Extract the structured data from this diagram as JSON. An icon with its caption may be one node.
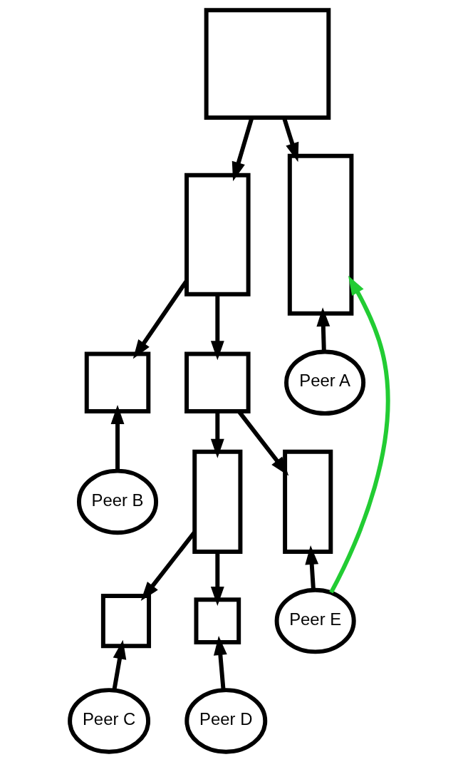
{
  "diagram": {
    "nodes": [
      {
        "text": [],
        "shape": "box"
      },
      {
        "text": [],
        "shape": "box"
      },
      {
        "text": [],
        "shape": "box"
      },
      {
        "text": [],
        "shape": "box"
      },
      {
        "text": [],
        "shape": "box"
      },
      {
        "text": [],
        "shape": "box"
      },
      {
        "text": [],
        "shape": "box"
      },
      {
        "text": [],
        "shape": "box"
      },
      {
        "text": [],
        "shape": "box"
      },
      {
        "text": [
          "Peer A"
        ]
      },
      {
        "text": [
          "Peer B"
        ]
      },
      {
        "text": [
          "Peer E"
        ]
      },
      {
        "text": [
          "Peer C"
        ]
      },
      {
        "text": [
          "Peer D"
        ]
      }
    ],
    "edges": [
      {
        "from": 0,
        "to": 1,
        "arrow": "to"
      },
      {
        "from": 0,
        "to": 2,
        "arrow": "to"
      },
      {
        "from": 1,
        "to": 3,
        "arrow": "to"
      },
      {
        "from": 1,
        "to": 4,
        "arrow": "to"
      },
      {
        "from": 4,
        "to": 5,
        "arrow": "to"
      },
      {
        "from": 4,
        "to": 6,
        "arrow": "to"
      },
      {
        "from": 5,
        "to": 7,
        "arrow": "to"
      },
      {
        "from": 5,
        "to": 8,
        "arrow": "to"
      },
      {
        "from": 9,
        "to": 2,
        "arrow": "to"
      },
      {
        "from": 10,
        "to": 3,
        "arrow": "to"
      },
      {
        "from": 11,
        "to": 6,
        "arrow": "to"
      },
      {
        "from": 11,
        "to": 2,
        "arrow": "to",
        "color": "#22cc33"
      },
      {
        "from": 12,
        "to": 7,
        "arrow": "to"
      },
      {
        "from": 13,
        "to": 8,
        "arrow": "to"
      }
    ]
  }
}
